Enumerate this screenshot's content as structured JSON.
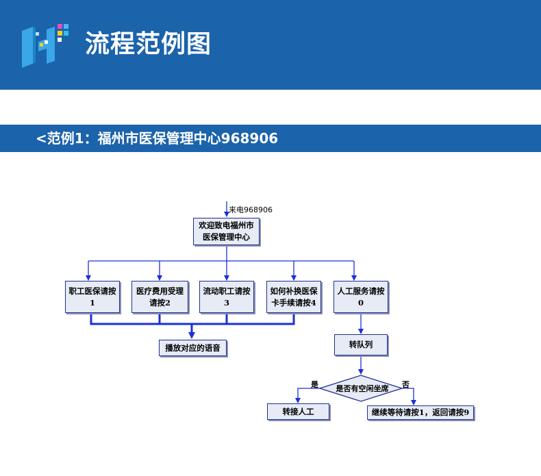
{
  "header": {
    "title": "流程范例图",
    "logo_icon": "pixel-h-logo-icon"
  },
  "section": {
    "title": "<范例1：福州市医保管理中心968906"
  },
  "colors": {
    "header_bg": "#1b63ab",
    "node_fill": "#e6ebf5",
    "node_border": "#1f2f8f",
    "connector": "#1a2fd9"
  },
  "flowchart": {
    "incoming_call_label": "来电968906",
    "welcome": "欢迎致电福州市\n医保管理中心",
    "menu_options": [
      "职工医保请按\n1",
      "医疗费用受理\n请按2",
      "流动职工请按\n3",
      "如何补换医保\n卡手续请按4",
      "人工服务请按\n0"
    ],
    "play_voice": "播放对应的语音",
    "transfer_queue": "转队列",
    "decision": "是否有空闲坐席",
    "yes_label": "是",
    "no_label": "否",
    "transfer_agent": "转接人工",
    "continue_waiting": "继续等待请按1，返回请按9"
  }
}
